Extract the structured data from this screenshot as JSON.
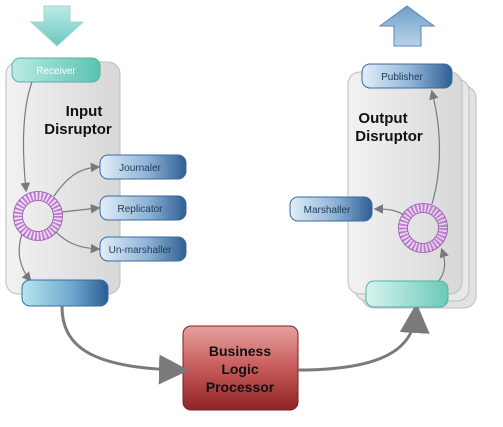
{
  "input_disruptor": {
    "title_line1": "Input",
    "title_line2": "Disruptor",
    "receiver_label": "Receiver",
    "consumers": [
      {
        "label": "Journaler"
      },
      {
        "label": "Replicator"
      },
      {
        "label": "Un-marshaller"
      }
    ]
  },
  "processor": {
    "line1": "Business",
    "line2": "Logic",
    "line3": "Processor"
  },
  "output_disruptor": {
    "title_line1": "Output",
    "title_line2": "Disruptor",
    "publisher_label": "Publisher",
    "marshaller_label": "Marshaller"
  },
  "colors": {
    "panel_fill": "#e6e6e6",
    "teal_box": "#7fd4c7",
    "blue_box": "#4a7fb5",
    "processor_red": "#a52a2a",
    "ring_purple": "#c57ad8",
    "arrow_gray": "#7a7a7a"
  }
}
